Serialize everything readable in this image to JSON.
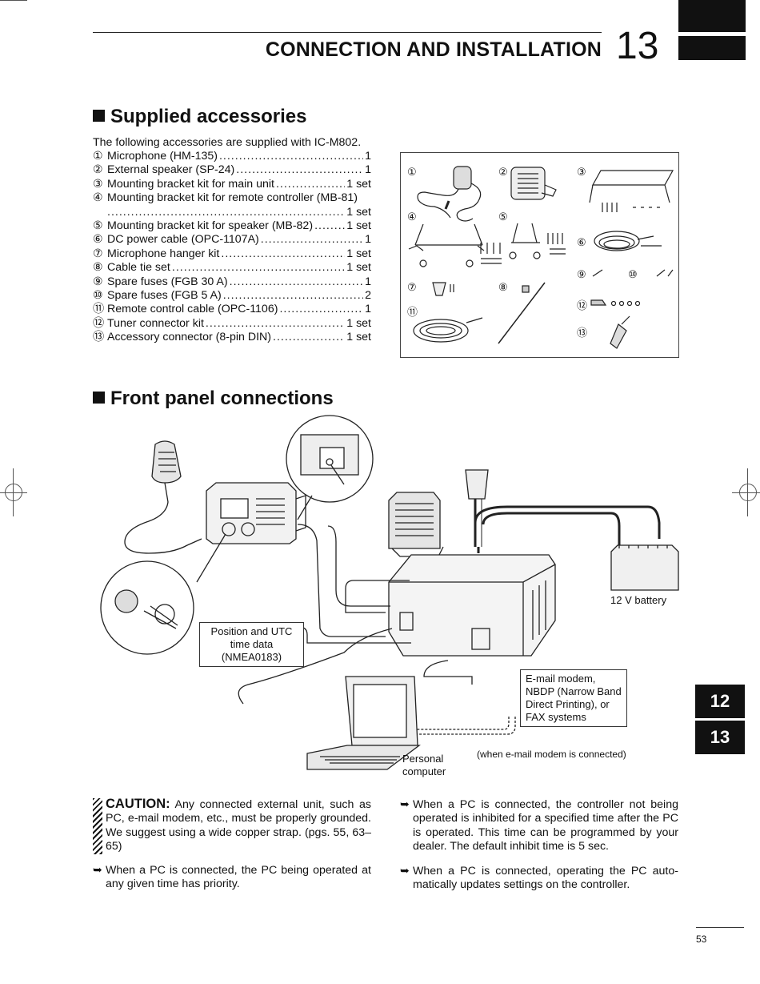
{
  "header": {
    "title": "CONNECTION AND INSTALLATION",
    "chapter": "13"
  },
  "supplied": {
    "heading": "Supplied accessories",
    "intro": "The following accessories are supplied with IC-M802.",
    "items": [
      {
        "num": "①",
        "name": "Microphone (HM-135)",
        "qty": "1"
      },
      {
        "num": "②",
        "name": "External speaker (SP-24)",
        "qty": "1"
      },
      {
        "num": "③",
        "name": "Mounting bracket kit for main unit",
        "qty": "1 set"
      },
      {
        "num": "④",
        "name": "Mounting bracket kit for remote controller (MB-81)",
        "qty": "1 set"
      },
      {
        "num": "⑤",
        "name": "Mounting bracket kit for speaker (MB-82)",
        "qty": "1 set"
      },
      {
        "num": "⑥",
        "name": "DC power cable (OPC-1107A)",
        "qty": "1"
      },
      {
        "num": "⑦",
        "name": "Microphone hanger kit",
        "qty": "1 set"
      },
      {
        "num": "⑧",
        "name": "Cable tie set",
        "qty": "1 set"
      },
      {
        "num": "⑨",
        "name": "Spare fuses (FGB 30 A)",
        "qty": "1"
      },
      {
        "num": "⑩",
        "name": "Spare fuses (FGB 5 A)",
        "qty": "2"
      },
      {
        "num": "⑪",
        "name": "Remote control cable (OPC-1106)",
        "qty": "1"
      },
      {
        "num": "⑫",
        "name": "Tuner connector kit",
        "qty": "1 set"
      },
      {
        "num": "⑬",
        "name": "Accessory connector (8-pin DIN)",
        "qty": "1 set"
      }
    ]
  },
  "figure_numbers": [
    "①",
    "②",
    "③",
    "④",
    "⑤",
    "⑥",
    "⑦",
    "⑧",
    "⑨",
    "⑩",
    "⑪",
    "⑫",
    "⑬"
  ],
  "front": {
    "heading": "Front panel connections",
    "labels": {
      "nmea": "Position and UTC time data (NMEA0183)",
      "battery": "12 V battery",
      "modem": "E-mail modem, NBDP (Narrow Band Direct Printing), or FAX systems",
      "pc": "Personal computer",
      "when_modem": "(when e-mail modem is connected)"
    }
  },
  "notes": {
    "caution_label": "CAUTION:",
    "caution_text": "Any connected external unit, such as PC, e-mail modem, etc., must be properly grounded. We suggest using a wide copper strap. (pgs. 55, 63–65)",
    "bullet_arrow": "➥",
    "b1": "When a PC is connected, the PC being operated at any given time has priority.",
    "b2": "When a PC is connected, the controller not being operated is inhibited for a specified time after the PC is operated. This time can be programmed by your dealer. The default inhibit time is 5 sec.",
    "b3": "When a PC is connected, operating the PC auto-matically updates settings on the controller."
  },
  "tabs": {
    "t12": "12",
    "t13": "13"
  },
  "page_number": "53"
}
